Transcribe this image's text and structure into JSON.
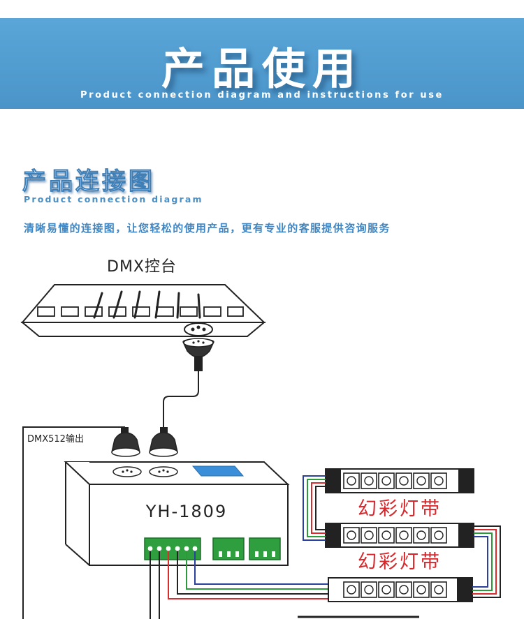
{
  "banner": {
    "title": "产品使用",
    "subtitle": "Product connection diagram and instructions for use",
    "color": "#5aa6d8"
  },
  "section": {
    "title": "产品连接图",
    "subtitle": "Product connection diagram",
    "description": "清晰易懂的连接图，让您轻松的使用产品，更有专业的客服提供咨询服务"
  },
  "diagram": {
    "console_label": "DMX控台",
    "output_label": "DMX512输出",
    "device_model": "YH-1809",
    "strip_label_1": "幻彩灯带",
    "strip_label_2": "幻彩灯带",
    "wire_colors": {
      "red": "#d92c2c",
      "green": "#2a9a3a",
      "blue": "#2b3f9e",
      "terminal": "#2e9e3e",
      "strip_label": "#d8262b"
    }
  }
}
